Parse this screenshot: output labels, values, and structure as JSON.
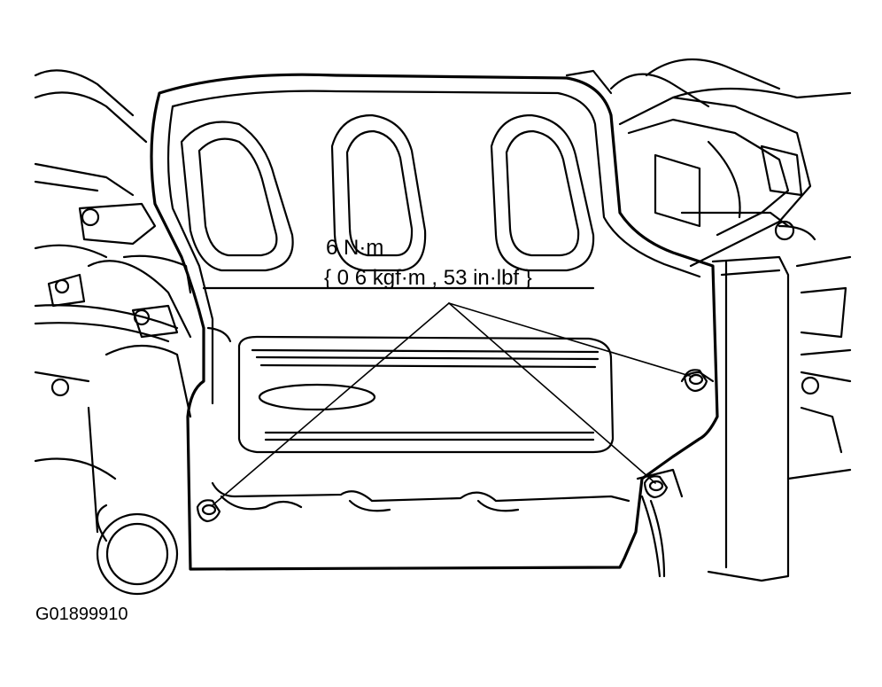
{
  "callout": {
    "torque_nm": "6 N·m",
    "torque_alt": "{ 0 6  kgf·m , 53 in·lbf }"
  },
  "figure": {
    "code": "G01899910"
  },
  "colors": {
    "ink": "#000000",
    "paper": "#ffffff"
  }
}
